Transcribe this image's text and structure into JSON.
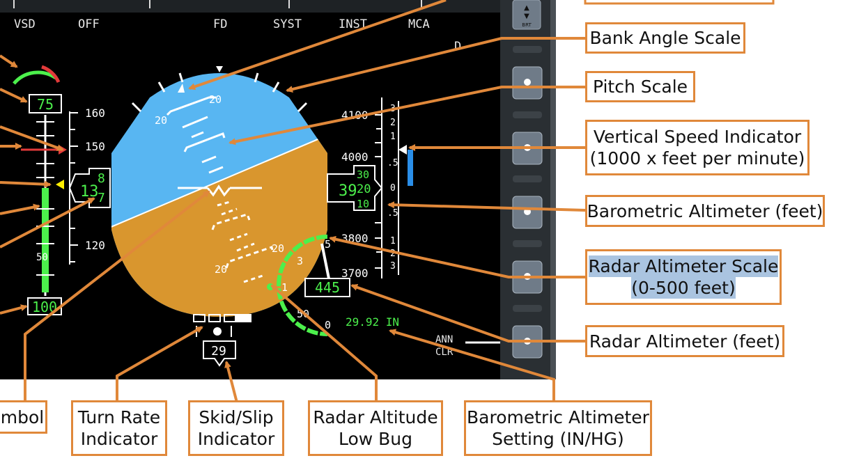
{
  "colors": {
    "callout_border": "#e0883a",
    "sky": "#58b6f2",
    "ground": "#d9962e",
    "symbol_green": "#4cf04c",
    "panel_bg": "#000000",
    "bezel": "#2a2f33"
  },
  "display": {
    "mode_buttons": [
      "VSD",
      "OFF",
      "FD",
      "SYST",
      "INST",
      "MCA"
    ],
    "marker_d": "D",
    "knob_label": "BRT",
    "ann_clr": [
      "ANN",
      "CLR"
    ],
    "airspeed": {
      "target": "75",
      "ticks": [
        "160",
        "150",
        "120"
      ],
      "value_big": "13",
      "value_roll_top": "8",
      "value_roll_bottom": "7",
      "tape_mark": "50",
      "bottom_readout": "100"
    },
    "attitude": {
      "pitch_labels": [
        "20",
        "20",
        "20",
        "20"
      ]
    },
    "altitude": {
      "ticks": [
        "4100",
        "4000",
        "3800",
        "3700"
      ],
      "value_big": "39",
      "roll_top": "30",
      "roll_mid": "20",
      "roll_bottom": "10",
      "baro_setting": "29.92 IN"
    },
    "vsi": {
      "scale": [
        "3",
        "2",
        "1",
        ".5",
        "0",
        ".5",
        "1",
        "2",
        "3"
      ]
    },
    "radar_alt": {
      "scale_labels": [
        "5",
        "3",
        "1",
        "50",
        "0"
      ],
      "value": "445"
    },
    "heading_box": "29"
  },
  "callouts": {
    "bank_angle_scale": "Bank Angle Scale",
    "pitch_scale": "Pitch Scale",
    "vsi": [
      "Vertical Speed Indicator",
      "(1000 x feet per minute)"
    ],
    "baro_alt": "Barometric Altimeter (feet)",
    "radar_alt_scale": [
      "Radar Altimeter Scale",
      "(0-500 feet)"
    ],
    "radar_alt": "Radar Altimeter (feet)",
    "aircraft_symbol": "mbol",
    "turn_rate": [
      "Turn Rate",
      "Indicator"
    ],
    "skid_slip": [
      "Skid/Slip",
      "Indicator"
    ],
    "radar_low_bug": [
      "Radar Altitude",
      "Low Bug"
    ],
    "baro_setting": [
      "Barometric Altimeter",
      "Setting (IN/HG)"
    ]
  }
}
